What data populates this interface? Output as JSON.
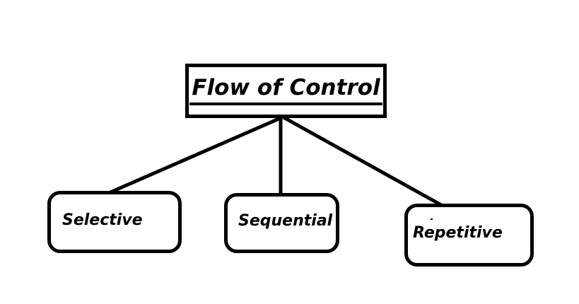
{
  "diagram": {
    "root": {
      "label": "Flow of Control"
    },
    "children": [
      {
        "id": "selective",
        "label": "Selective"
      },
      {
        "id": "sequential",
        "label": "Sequential"
      },
      {
        "id": "repetitive",
        "label": "Repetitive"
      }
    ],
    "colors": {
      "stroke": "#000000",
      "text": "#000000",
      "background": "#ffffff"
    }
  }
}
